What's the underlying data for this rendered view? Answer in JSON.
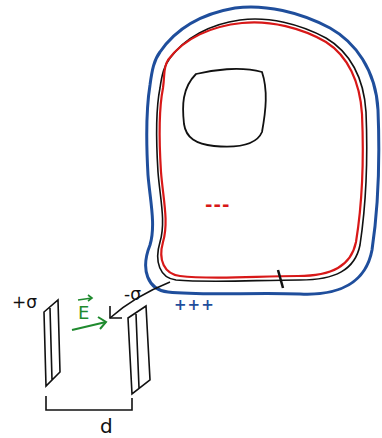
{
  "diagram": {
    "labels": [
      "+σ",
      "-σ",
      "E",
      "d",
      "---",
      "+++"
    ]
  }
}
